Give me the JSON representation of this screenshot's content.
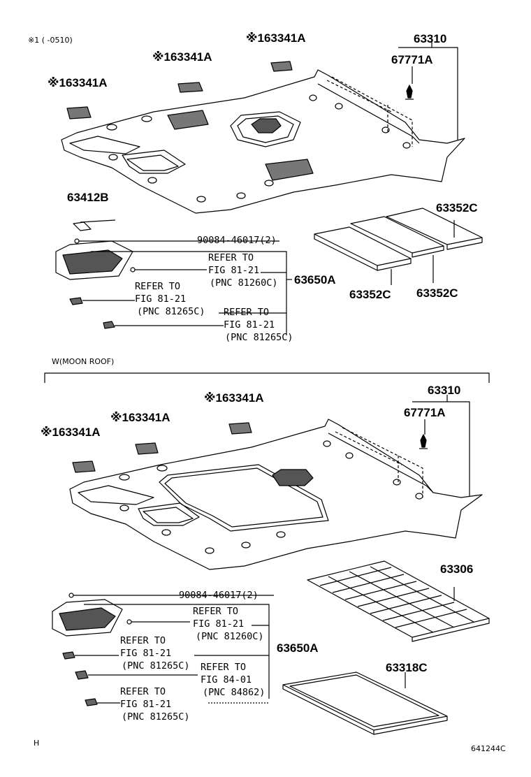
{
  "header": {
    "note": "※1 (     -0510)"
  },
  "top": {
    "p63341a_1": "※163341A",
    "p63341a_2": "※163341A",
    "p63341a_3": "※163341A",
    "p63310": "63310",
    "p67771a": "67771A",
    "p63412b": "63412B",
    "p63352c_1": "63352C",
    "p63352c_2": "63352C",
    "p63352c_3": "63352C",
    "p63650a": "63650A",
    "screw": "90084-46017(2)",
    "ref1": [
      "REFER TO",
      "FIG 81-21",
      "(PNC 81260C)"
    ],
    "ref2": [
      "REFER TO",
      "FIG 81-21",
      "(PNC 81265C)"
    ],
    "ref3": [
      "REFER TO",
      "FIG 81-21",
      "(PNC 81265C)"
    ]
  },
  "section_label": "W(MOON ROOF)",
  "bottom": {
    "p63341a_1": "※163341A",
    "p63341a_2": "※163341A",
    "p63341a_3": "※163341A",
    "p63310": "63310",
    "p67771a": "67771A",
    "p63306": "63306",
    "p63318c": "63318C",
    "p63650a": "63650A",
    "screw": "90084-46017(2)",
    "ref1": [
      "REFER TO",
      "FIG 81-21",
      "(PNC 81260C)"
    ],
    "ref2": [
      "REFER TO",
      "FIG 81-21",
      "(PNC 81265C)"
    ],
    "ref3": [
      "REFER TO",
      "FIG 84-01",
      "(PNC 84862)"
    ],
    "ref4": [
      "REFER TO",
      "FIG 81-21",
      "(PNC 81265C)"
    ]
  },
  "footer": {
    "left": "H",
    "code": "641244C"
  }
}
